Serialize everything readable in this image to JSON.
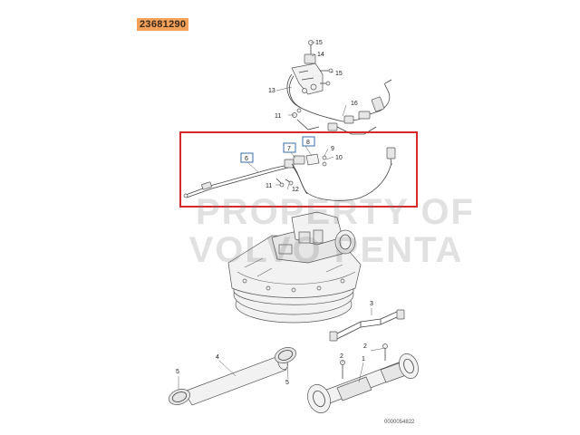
{
  "part_number": "23681290",
  "watermark": {
    "line1": "PROPERTY OF",
    "line2": "VOLVO PENTA"
  },
  "callouts": {
    "c15a": "15",
    "c14": "14",
    "c15b": "15",
    "c13": "13",
    "c16": "16",
    "c11a": "11",
    "c8": "8",
    "c7": "7",
    "c9": "9",
    "c6": "6",
    "c10": "10",
    "c11b": "11",
    "c12": "12",
    "c3": "3",
    "c2": "2",
    "c4": "4",
    "c5a": "5",
    "c5b": "5",
    "c2b": "2",
    "c1": "1"
  },
  "boxed_callouts": [
    "6",
    "7",
    "8"
  ],
  "drawing_ref": "0000054822",
  "colors": {
    "highlight_frame": "#d42a2a",
    "part_badge": "#f4a15a",
    "callout_box": "#3a6ea8"
  }
}
